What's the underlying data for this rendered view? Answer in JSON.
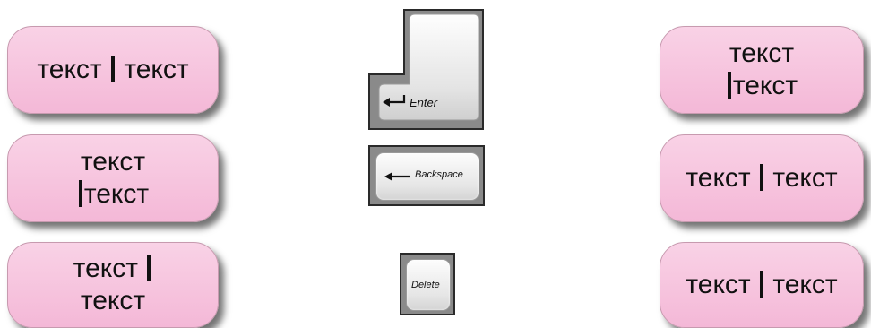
{
  "left_boxes": [
    {
      "lines": [
        "текст ",
        " текст"
      ],
      "cursor_after_line": 0,
      "cursor_inline": true
    },
    {
      "lines": [
        "текст",
        " текст"
      ],
      "cursor_before_line": 1
    },
    {
      "lines": [
        "текст ",
        "текст"
      ],
      "cursor_end_line": 0
    }
  ],
  "right_boxes": [
    {
      "lines": [
        "текст",
        " текст"
      ],
      "cursor_before_line": 1
    },
    {
      "lines": [
        "текст ",
        " текст"
      ],
      "cursor_inline": true
    },
    {
      "lines": [
        "текст ",
        " текст"
      ],
      "cursor_inline": true
    }
  ],
  "texts": {
    "l1a": "текст",
    "l1b": "текст",
    "l2a": "текст",
    "l2b": "текст",
    "l3a": "текст",
    "l3b": "текст",
    "r1a": "текст",
    "r1b": "текст",
    "r2a": "текст",
    "r2b": "текст",
    "r3a": "текст",
    "r3b": "текст"
  },
  "keys": {
    "enter": {
      "label": "Enter",
      "icon": "return-arrow-icon"
    },
    "backspace": {
      "label": "Backspace",
      "icon": "left-arrow-icon"
    },
    "delete": {
      "label": "Delete"
    }
  }
}
